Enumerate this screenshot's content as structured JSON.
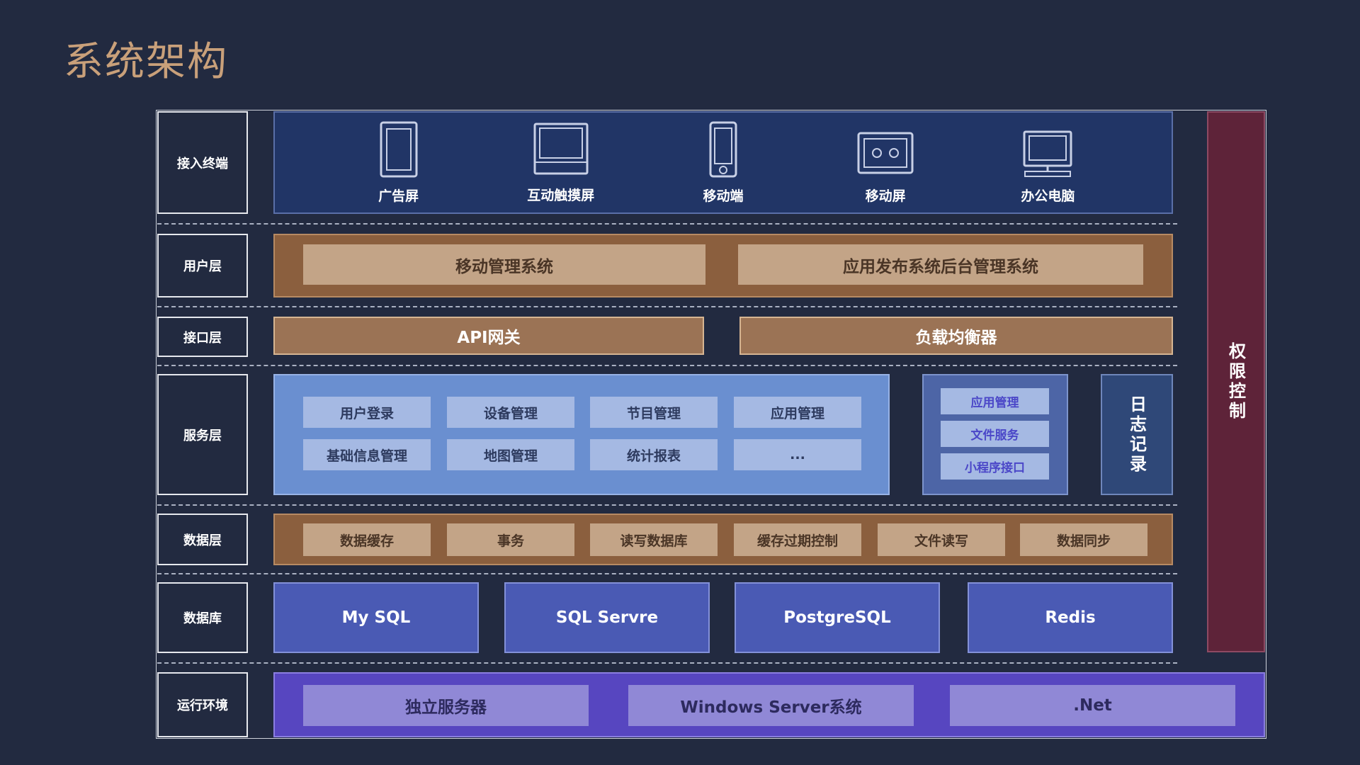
{
  "title": "系统架构",
  "layers": {
    "terminal": "接入终端",
    "user": "用户层",
    "interface": "接口层",
    "service": "服务层",
    "data": "数据层",
    "database": "数据库",
    "runtime": "运行环境"
  },
  "devices": [
    {
      "label": "广告屏",
      "icon": "tablet-icon"
    },
    {
      "label": "互动触摸屏",
      "icon": "monitor-icon"
    },
    {
      "label": "移动端",
      "icon": "phone-icon"
    },
    {
      "label": "移动屏",
      "icon": "mobile-screen-icon"
    },
    {
      "label": "办公电脑",
      "icon": "desktop-icon"
    }
  ],
  "user_layer": [
    "移动管理系统",
    "应用发布系统后台管理系统"
  ],
  "interface_layer": [
    "API网关",
    "负载均衡器"
  ],
  "service_main": [
    "用户登录",
    "设备管理",
    "节目管理",
    "应用管理",
    "基础信息管理",
    "地图管理",
    "统计报表",
    "..."
  ],
  "service_side": [
    "应用管理",
    "文件服务",
    "小程序接口"
  ],
  "log": "日志记录",
  "data_layer": [
    "数据缓存",
    "事务",
    "读写数据库",
    "缓存过期控制",
    "文件读写",
    "数据同步"
  ],
  "databases": [
    "My SQL",
    "SQL Servre",
    "PostgreSQL",
    "Redis"
  ],
  "runtime": [
    "独立服务器",
    "Windows Server系统",
    ".Net"
  ],
  "permission": "权限控制",
  "colors": {
    "background": "#222a40",
    "title": "#c9a07a",
    "terminal_panel": "#213566",
    "brown_panel": "#8b5f3e",
    "brown_item": "#c3a487",
    "service_panel": "#6a8fd0",
    "service_item": "#a5b9e3",
    "database": "#4a5ab4",
    "runtime_panel": "#5746c0",
    "runtime_item": "#9088d6",
    "permission": "#5e2339"
  }
}
